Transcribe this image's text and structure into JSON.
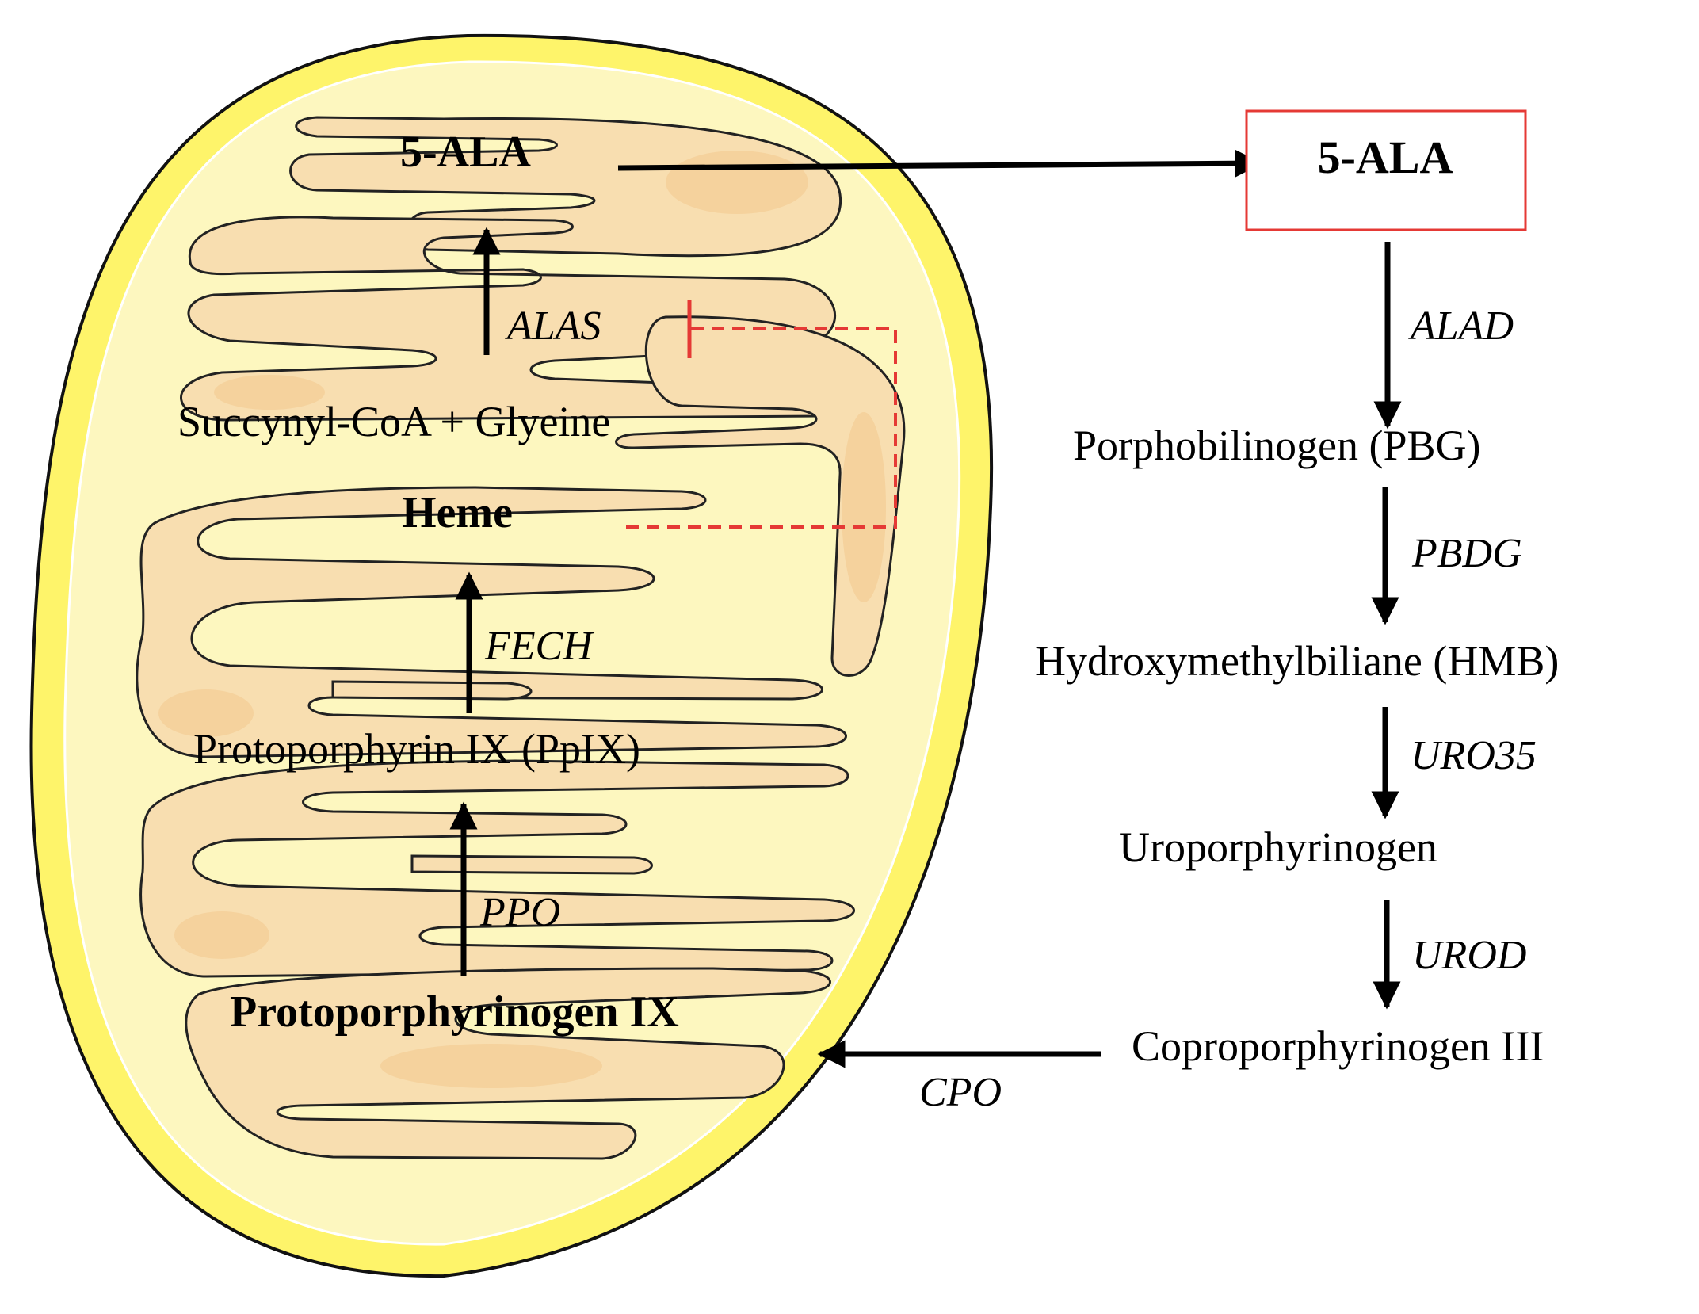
{
  "colors": {
    "membrane_outer": "#fef46a",
    "matrix": "#fdf7bf",
    "membrane_stroke": "#111111",
    "crista_fill": "#f8deb0",
    "crista_shade": "#f2c98e",
    "highlight_box": "#e53935",
    "inhibition": "#e53935",
    "arrow": "#000000"
  },
  "mitochondrion": {
    "ala": "5-ALA",
    "alas": "ALAS",
    "substrates": "Succynyl-CoA + Glyeine",
    "heme": "Heme",
    "fech": "FECH",
    "ppix": "Protoporphyrin IX (PpIX)",
    "ppo": "PPO",
    "protoporphyrinogen": "Protoporphyrinogen IX"
  },
  "cytosol": {
    "ala": "5-ALA",
    "alad": "ALAD",
    "pbg": "Porphobilinogen (PBG)",
    "pbdg": "PBDG",
    "hmb": "Hydroxymethylbiliane (HMB)",
    "uro35": "URO35",
    "uroporphyrinogen": "Uroporphyrinogen",
    "urod": "UROD",
    "coproporphyrinogen": "Coproporphyrinogen III",
    "cpo": "CPO"
  }
}
